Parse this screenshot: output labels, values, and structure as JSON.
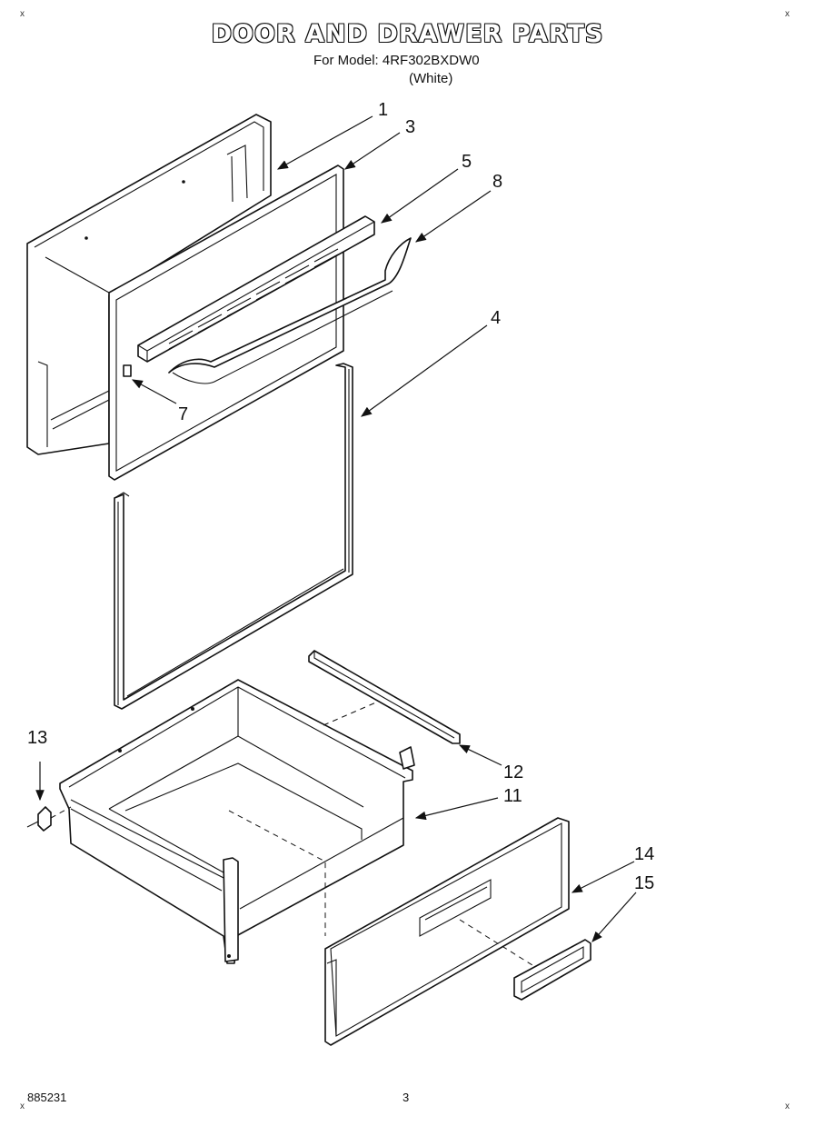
{
  "header": {
    "title": "DOOR AND DRAWER PARTS",
    "model_line": "For Model: 4RF302BXDW0",
    "color_line": "(White)"
  },
  "footer": {
    "doc_number": "885231",
    "page_number": "3"
  },
  "corner_marks": [
    "x",
    "x",
    "x",
    "x"
  ],
  "callouts": [
    "1",
    "3",
    "5",
    "8",
    "4",
    "7",
    "13",
    "12",
    "11",
    "14",
    "15"
  ]
}
